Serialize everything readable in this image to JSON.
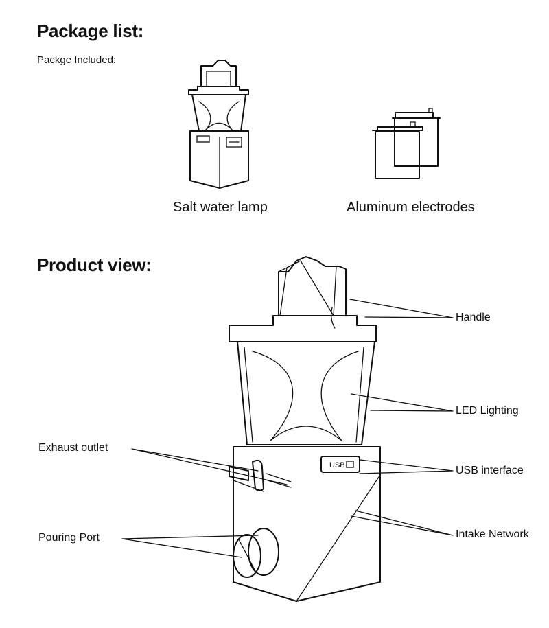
{
  "package": {
    "title": "Package list:",
    "subtitle": "Packge Included:",
    "items": [
      {
        "name": "Salt water lamp"
      },
      {
        "name": "Aluminum electrodes"
      }
    ]
  },
  "product": {
    "title": "Product view:",
    "callouts": {
      "handle": "Handle",
      "led": "LED Lighting",
      "usb": "USB interface",
      "intake": "Intake Network",
      "exhaust": "Exhaust outlet",
      "pouring": "Pouring Port"
    },
    "usb_panel_text": "USB"
  }
}
